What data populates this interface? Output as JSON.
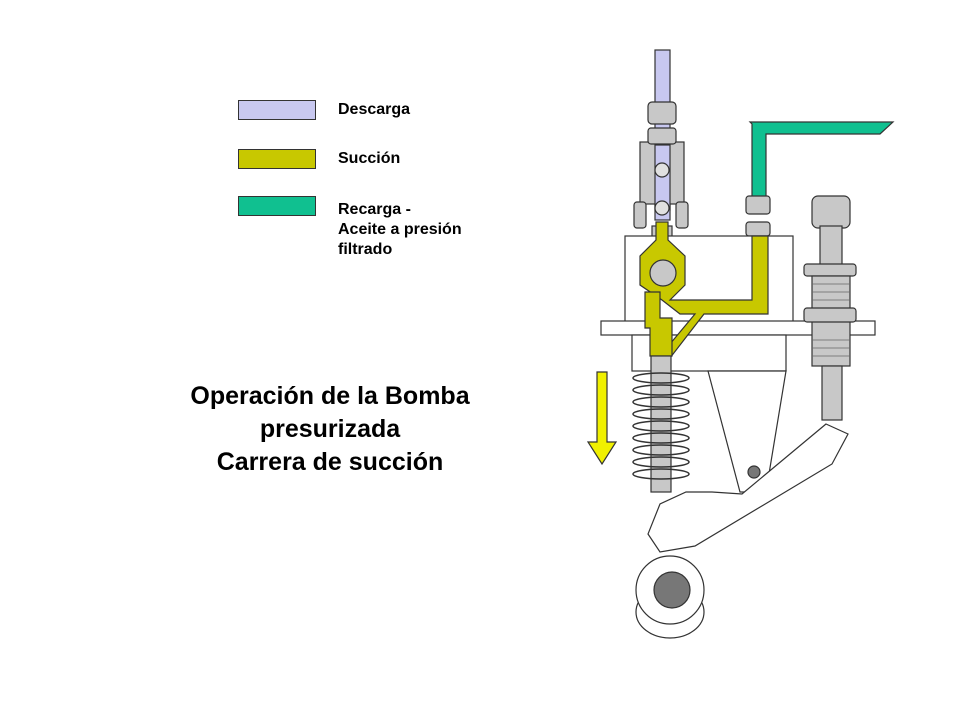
{
  "legend": [
    {
      "label": "Descarga",
      "color": "#c8c8f0"
    },
    {
      "label": "Succión",
      "color": "#c8c800"
    },
    {
      "label_lines": [
        "Recarga -",
        "Aceite a presión",
        "filtrado"
      ],
      "color": "#10c090"
    }
  ],
  "title": {
    "line1": "Operación de la Bomba",
    "line2": "presurizada",
    "line3": "Carrera de succión"
  },
  "colors": {
    "discharge": "#c8c8f0",
    "suction": "#c8c800",
    "recharge": "#10c090",
    "metal": "#c8c8c8",
    "body": "#ffffff",
    "outline": "#333333",
    "arrow": "#f0f000"
  }
}
